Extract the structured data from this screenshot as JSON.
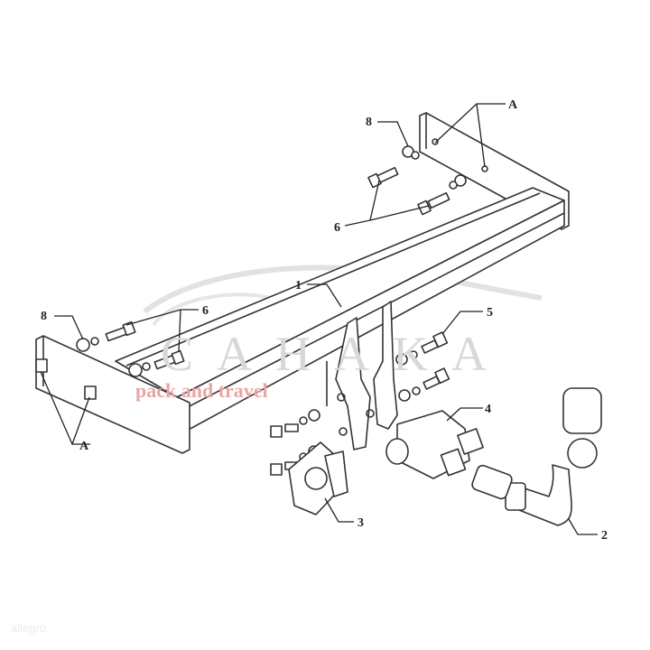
{
  "diagram": {
    "labels": {
      "part_1": "1",
      "part_2": "2",
      "part_3": "3",
      "part_4": "4",
      "part_5": "5",
      "part_6_right": "6",
      "part_6_left": "6",
      "part_8_right": "8",
      "part_8_left": "8",
      "mount_a_right": "A",
      "mount_a_left": "A"
    },
    "watermark": {
      "brand": "CAHAKA",
      "tagline": "pack and travel",
      "corner": "allegro"
    },
    "colors": {
      "line": "#333333",
      "watermark": "#d8d8d8",
      "tagline": "#f0c8c8"
    }
  }
}
